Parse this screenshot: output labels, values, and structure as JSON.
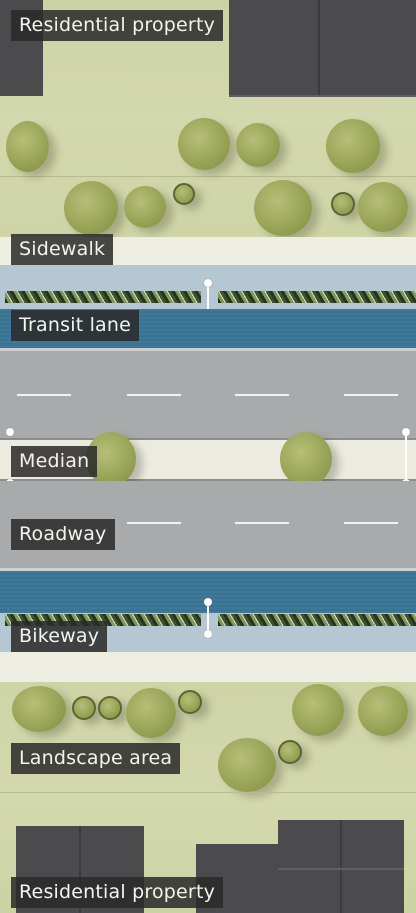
{
  "labels": {
    "residential_top": "Residential property",
    "sidewalk": "Sidewalk",
    "transit_lane": "Transit lane",
    "median": "Median",
    "roadway": "Roadway",
    "bikeway": "Bikeway",
    "landscape_area": "Landscape area",
    "residential_bottom": "Residential property"
  },
  "colors": {
    "grass": "#cfd6a9",
    "sidewalk": "#efeee2",
    "transit_lane": "#3f7898",
    "buffer": "#b5c7d3",
    "road": "#a9aaab",
    "median": "#ecebdf",
    "roof": "#4b4b4d",
    "label_bg": "#2a2a2a"
  }
}
